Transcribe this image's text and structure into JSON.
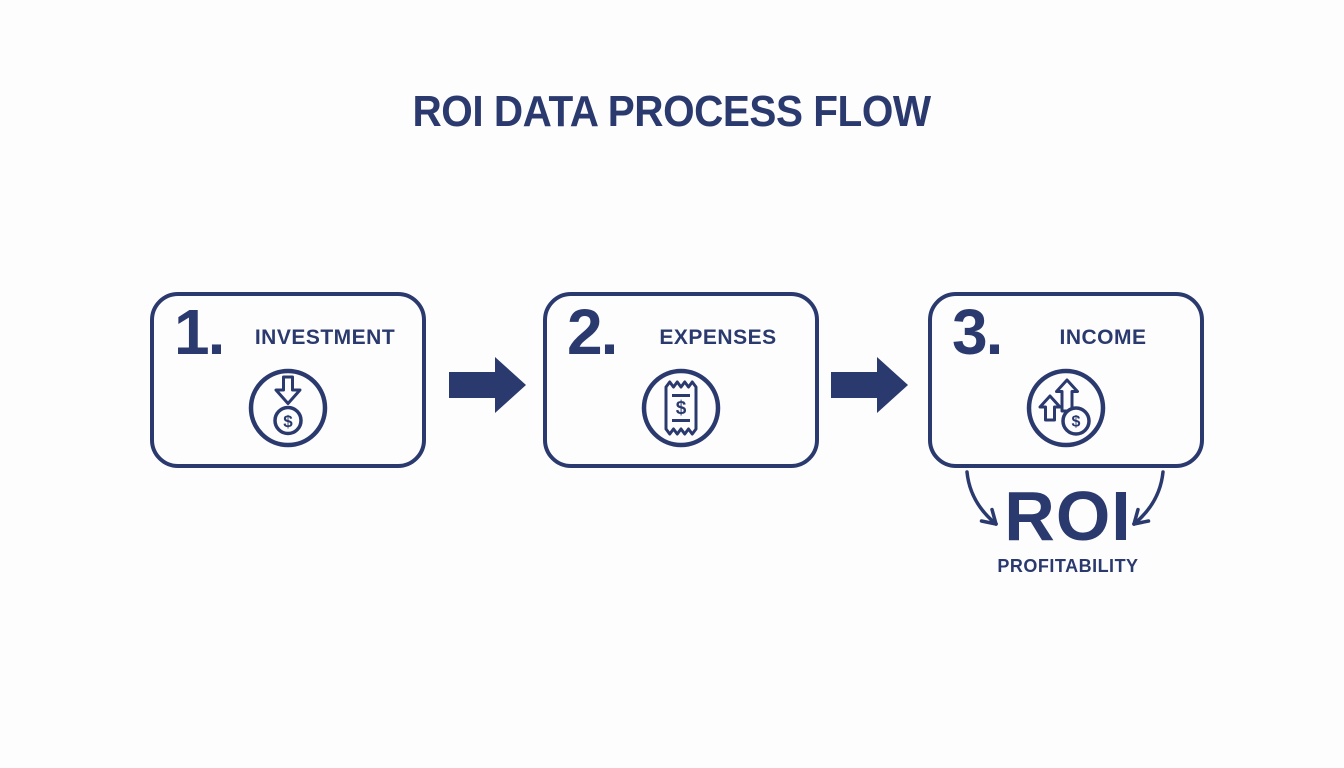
{
  "title": "ROI DATA PROCESS FLOW",
  "colors": {
    "navy": "#2b3a6e",
    "background": "#fdfdfd"
  },
  "steps": [
    {
      "number": "1.",
      "label": "INVESTMENT",
      "icon": "money-invest-down-icon"
    },
    {
      "number": "2.",
      "label": "EXPENSES",
      "icon": "receipt-icon"
    },
    {
      "number": "3.",
      "label": "INCOME",
      "icon": "money-growth-icon"
    }
  ],
  "connectors": {
    "type": "arrow-right",
    "count": 2
  },
  "result": {
    "label": "ROI",
    "sublabel": "PROFITABILITY"
  }
}
